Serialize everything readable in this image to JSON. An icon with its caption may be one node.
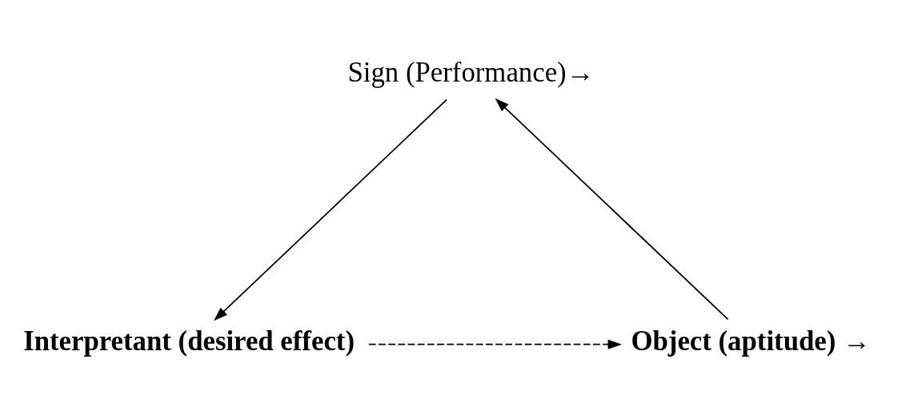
{
  "diagram": {
    "nodes": [
      {
        "text": [
          "Sign (Performance)→"
        ]
      },
      {
        "text": [
          "Object (aptitude) →"
        ]
      },
      {
        "text": [
          "Interpretant (desired effect)"
        ]
      }
    ],
    "edges": [
      {
        "from": 1,
        "to": 0,
        "arrow": "to"
      },
      {
        "from": 0,
        "to": 2,
        "arrow": "to"
      },
      {
        "from": 2,
        "to": 1,
        "arrow": "to",
        "style": "dashed"
      }
    ]
  }
}
